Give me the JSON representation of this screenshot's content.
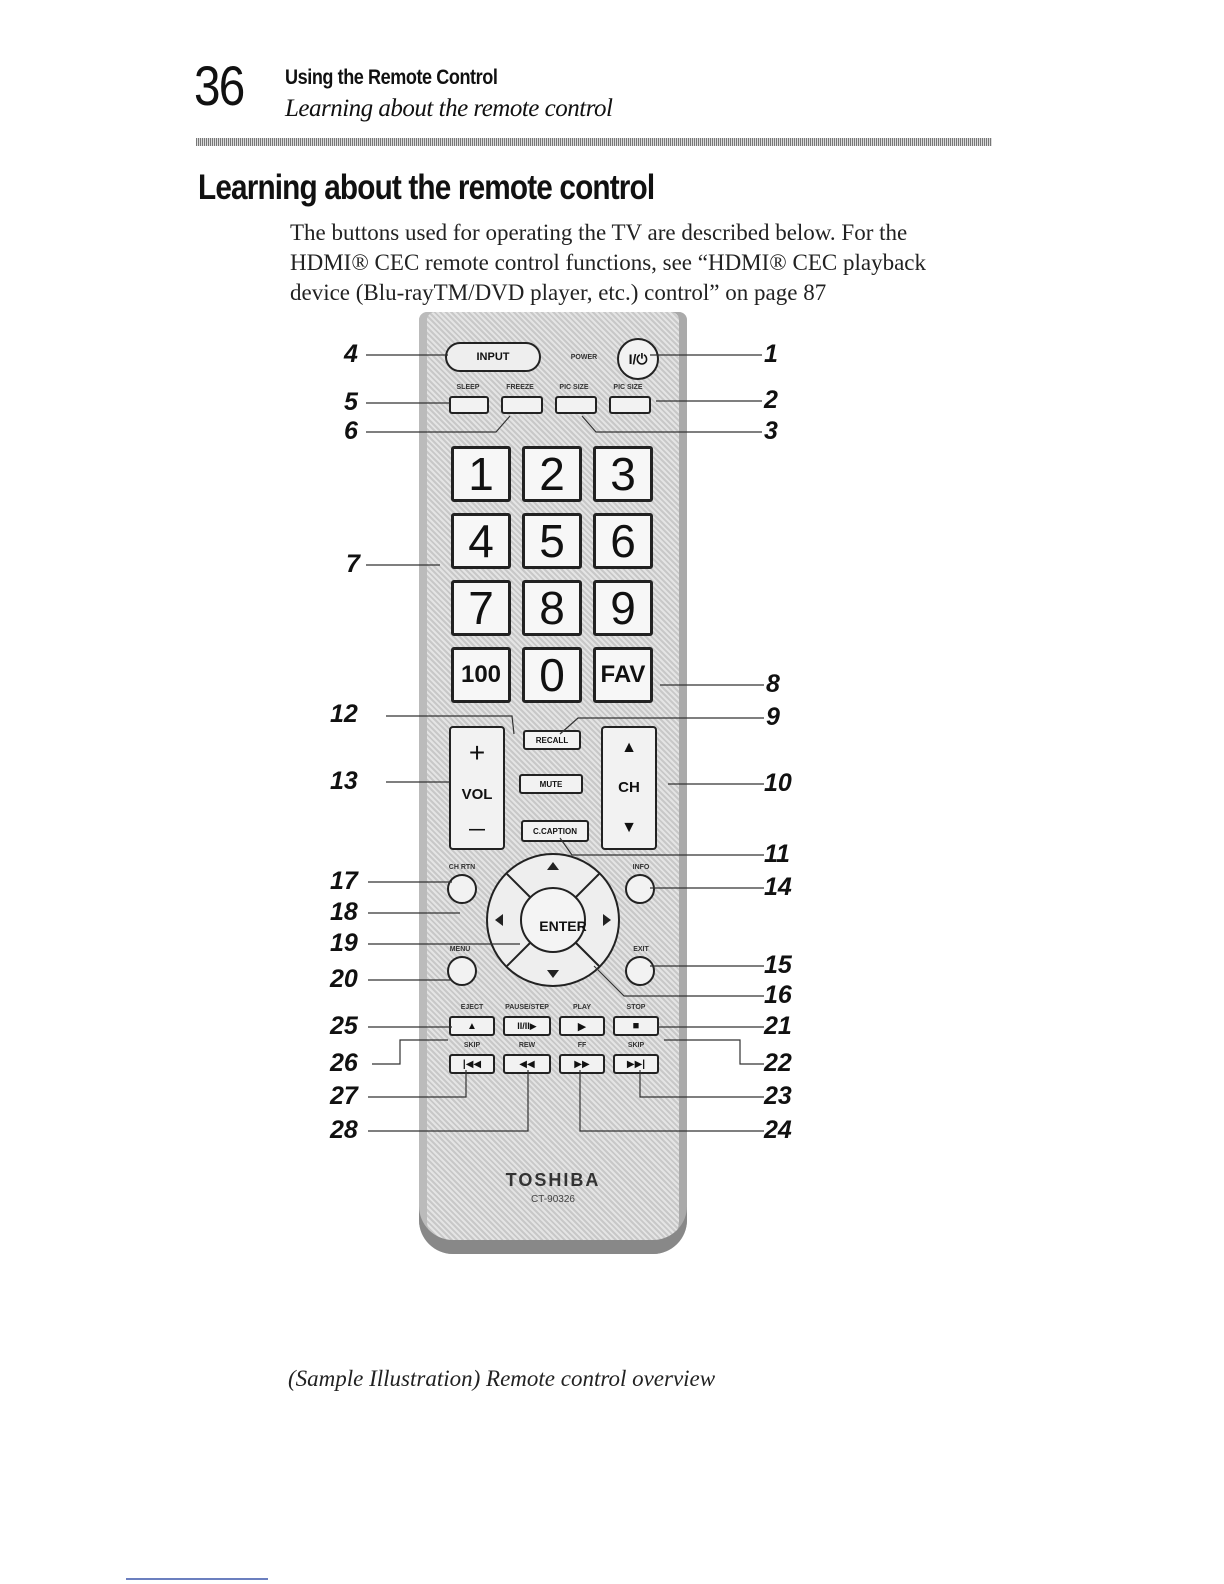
{
  "header": {
    "page_number": "36",
    "chapter": "Using the Remote Control",
    "section": "Learning about the remote control"
  },
  "section_title": "Learning about the remote control",
  "intro": "The buttons used for operating the TV are described below. For the HDMI® CEC remote control functions, see “HDMI® CEC playback device (Blu-rayTM/DVD player, etc.) control” on page 87",
  "remote": {
    "input": "INPUT",
    "power_label": "POWER",
    "power_symbol": "I/⏻",
    "top_row": [
      "SLEEP",
      "FREEZE",
      "PIC SIZE",
      "PIC SIZE"
    ],
    "digits": [
      "1",
      "2",
      "3",
      "4",
      "5",
      "6",
      "7",
      "8",
      "9",
      "100",
      "0"
    ],
    "fav": "FAV",
    "recall": "RECALL",
    "mute": "MUTE",
    "caption": "C.CAPTION",
    "vol_plus": "+",
    "vol": "VOL",
    "vol_minus": "—",
    "ch_up": "▲",
    "ch": "CH",
    "ch_down": "▼",
    "ch_rtn": "CH RTN",
    "info": "INFO",
    "menu": "MENU",
    "exit": "EXIT",
    "enter": "ENTER",
    "transport_labels": [
      "EJECT",
      "PAUSE/STEP",
      "PLAY",
      "STOP"
    ],
    "transport_icons": [
      "▲",
      "II/II▶",
      "▶",
      "■"
    ],
    "skip_labels": [
      "SKIP",
      "REW",
      "FF",
      "SKIP"
    ],
    "skip_icons": [
      "|◀◀",
      "◀◀",
      "▶▶",
      "▶▶|"
    ],
    "brand": "TOSHIBA",
    "model": "CT-90326"
  },
  "callouts_left": [
    "4",
    "5",
    "6",
    "7",
    "12",
    "13",
    "17",
    "18",
    "19",
    "20",
    "25",
    "26",
    "27",
    "28"
  ],
  "callouts_right": [
    "1",
    "2",
    "3",
    "8",
    "9",
    "10",
    "11",
    "14",
    "15",
    "16",
    "21",
    "22",
    "23",
    "24"
  ],
  "caption": "(Sample Illustration) Remote control overview"
}
